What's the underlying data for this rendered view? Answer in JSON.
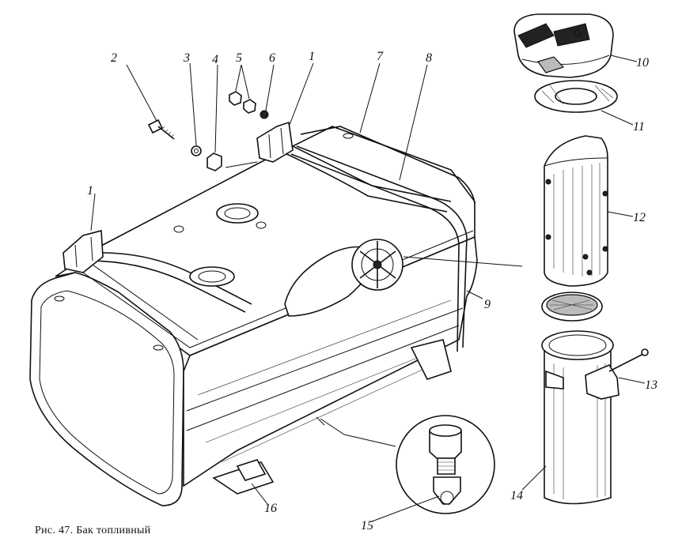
{
  "caption": "Рис. 47. Бак топливный",
  "callouts": [
    {
      "id": "c2",
      "text": "2"
    },
    {
      "id": "c3",
      "text": "3"
    },
    {
      "id": "c4",
      "text": "4"
    },
    {
      "id": "c5",
      "text": "5"
    },
    {
      "id": "c6",
      "text": "6"
    },
    {
      "id": "c1a",
      "text": "1"
    },
    {
      "id": "c7",
      "text": "7"
    },
    {
      "id": "c8",
      "text": "8"
    },
    {
      "id": "c1b",
      "text": "1"
    },
    {
      "id": "c9",
      "text": "9"
    },
    {
      "id": "c10",
      "text": "10"
    },
    {
      "id": "c11",
      "text": "11"
    },
    {
      "id": "c12",
      "text": "12"
    },
    {
      "id": "c13",
      "text": "13"
    },
    {
      "id": "c14",
      "text": "14"
    },
    {
      "id": "c15",
      "text": "15"
    },
    {
      "id": "c16",
      "text": "16"
    }
  ]
}
